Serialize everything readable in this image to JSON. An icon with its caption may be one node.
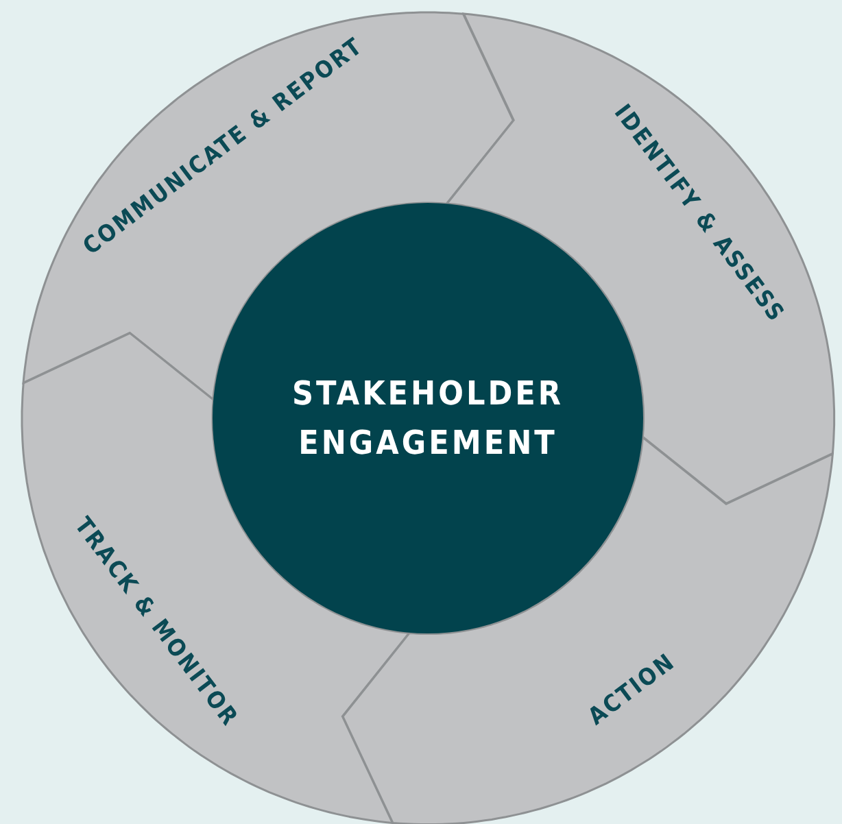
{
  "diagram": {
    "nodes": [
      {
        "text": [
          "COMMUNICATE & REPORT"
        ]
      },
      {
        "text": [
          "IDENTIFY & ASSESS"
        ]
      },
      {
        "text": [
          "STAKEHOLDER ENGAGEMENT"
        ]
      },
      {
        "text": [
          "TRACK & MONITOR"
        ]
      },
      {
        "text": [
          "ACTION"
        ]
      }
    ]
  }
}
